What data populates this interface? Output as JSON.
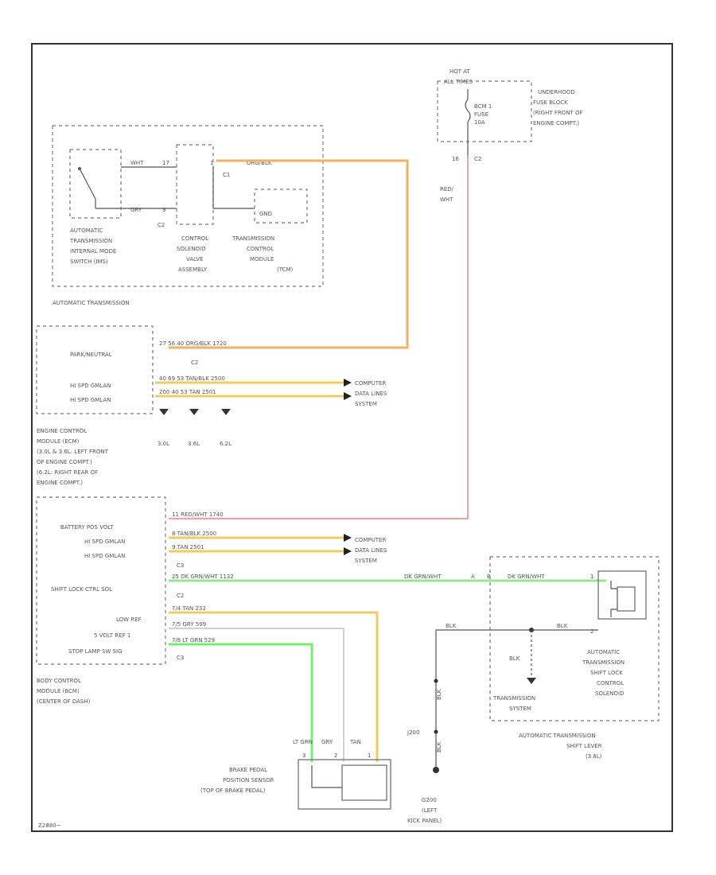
{
  "diagram": {
    "corner_code": "Z2880~",
    "fuse_block": {
      "hot_at": "HOT AT",
      "hot_at_2": "ALL TIMES",
      "fuse_name": "BCM 1",
      "fuse_word": "FUSE",
      "fuse_amp": "10A",
      "name": "UNDERHOOD",
      "name_2": "FUSE BLOCK",
      "name_3": "(RIGHT FRONT OF",
      "name_4": "ENGINE COMPT.)",
      "pin": "16",
      "conn": "C2",
      "wire_color": "RED/",
      "wire_color_2": "WHT"
    },
    "trans": {
      "outer_label": "AUTOMATIC TRANSMISSION",
      "switch_label": "AUTOMATIC",
      "switch_label_2": "TRANSMISSION",
      "switch_label_3": "INTERNAL MODE",
      "switch_label_4": "SWITCH (IMS)",
      "wire_top": "WHT",
      "wire_bottom": "GRY",
      "pin_top": "17",
      "pin_bottom": "9",
      "conn_c1": "C1",
      "conn_c2": "C2",
      "pin_r": "1",
      "valve_label": "CONTROL",
      "valve_label_2": "SOLENOID",
      "valve_label_3": "VALVE",
      "valve_label_4": "ASSEMBLY",
      "tcm_label": "TRANSMISSION",
      "tcm_label_2": "CONTROL",
      "tcm_label_3": "MODULE",
      "tcm_label_4": "(TCM)",
      "gnd_label": "GND",
      "wire_orange": "ORG/BLK"
    },
    "ecm": {
      "rows": [
        "PARK/NEUTRAL",
        "HI SPD GMLAN",
        "HI SPD GMLAN"
      ],
      "row1_wire": "27   56   40   ORG/BLK   1720",
      "row1_conn": "C2",
      "row2_wire": "40   69   53   TAN/BLK   2500",
      "row3_wire": "200  40   53   TAN       2501",
      "data_lines": "COMPUTER",
      "data_lines_2": "DATA LINES",
      "data_lines_3": "SYSTEM",
      "engines": [
        "3.0L",
        "3.6L",
        "6.2L"
      ],
      "label": "ENGINE CONTROL",
      "label_2": "MODULE (ECM)",
      "label_3": "(3.0L & 3.6L: LEFT FRONT",
      "label_4": "OF ENGINE COMPT.)",
      "label_5": "(6.2L: RIGHT REAR OF",
      "label_6": "ENGINE COMPT.)"
    },
    "bcm": {
      "rows": [
        "BATTERY POS VOLT",
        "HI SPD GMLAN",
        "HI SPD GMLAN",
        "SHIFT LOCK CTRL SOL",
        "LOW REF",
        "5 VOLT REF 1",
        "STOP LAMP SW SIG"
      ],
      "wire_batt": "11    RED/WHT          1740",
      "wire_g1": "8    TAN/BLK          2500",
      "wire_g2": "9    TAN              2501",
      "wire_shift": "25   DK GRN/WHT       1132",
      "wire_low": "7/4  TAN              232",
      "wire_5v": "7/5  GRY              599",
      "wire_stop": "7/6  LT GRN           529",
      "conn_c3": "C3",
      "conn_c2": "C2",
      "label": "BODY CONTROL",
      "label_2": "MODULE (BCM)",
      "label_3": "(CENTER OF DASH)"
    },
    "sensor": {
      "wires": [
        "LT GRN",
        "GRY",
        "TAN"
      ],
      "pins": [
        "3",
        "2",
        "1"
      ],
      "label": "BRAKE PEDAL",
      "label_2": "POSITION SENSOR",
      "label_3": "(TOP OF BRAKE PEDAL)"
    },
    "shift_lock": {
      "wire_mid": "DK GRN/WHT",
      "pin_a": "A",
      "pin_b": "B",
      "wire_in": "DK GRN/WHT",
      "pin_1": "1",
      "blk1": "BLK",
      "blk2": "BLK",
      "pin_2": "2",
      "blk_v": "BLK",
      "trans_sys": "TRANSMISSION",
      "trans_sys_2": "SYSTEM",
      "solenoid": "AUTOMATIC",
      "solenoid_2": "TRANSMISSION",
      "solenoid_3": "SHIFT LOCK",
      "solenoid_4": "CONTROL",
      "solenoid_5": "SOLENOID",
      "lever": "AUTOMATIC TRANSMISSION",
      "lever_2": "SHIFT LEVER",
      "lever_3": "(3.6L)"
    },
    "ground": {
      "splice": "J200",
      "wire": "BLK",
      "wire_2": "BLK",
      "name": "G200",
      "name_2": "(LEFT",
      "name_3": "KICK PANEL)"
    }
  }
}
